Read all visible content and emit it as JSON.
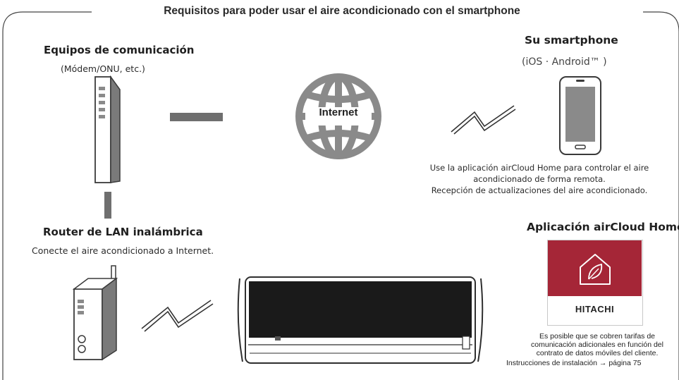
{
  "title": "Requisitos para poder usar el aire acondicionado con el smartphone",
  "communication": {
    "heading": "Equipos de comunicación",
    "subheading": "(Módem/ONU, etc.)"
  },
  "internet": {
    "label": "Internet"
  },
  "smartphone": {
    "heading": "Su smartphone",
    "subheading": "(iOS · Android™ )",
    "description_lines": [
      "Use la aplicación airCloud Home para controlar el aire",
      "acondicionado de forma remota.",
      "Recepción de actualizaciones del aire acondicionado."
    ]
  },
  "router": {
    "heading": "Router de LAN inalámbrica",
    "description": "Conecte el aire acondicionado a Internet."
  },
  "app": {
    "heading": "Aplicación airCloud Home",
    "brand": "HITACHI",
    "note_lines": [
      "Es posible que se cobren tarifas de",
      "comunicación adicionales en función del",
      "contrato de datos móviles del cliente."
    ],
    "install_ref": "Instrucciones de instalación → página 75"
  },
  "colors": {
    "brand_red": "#a52637",
    "device_gray": "#7a7a7a",
    "line_gray": "#6f6f6f"
  }
}
